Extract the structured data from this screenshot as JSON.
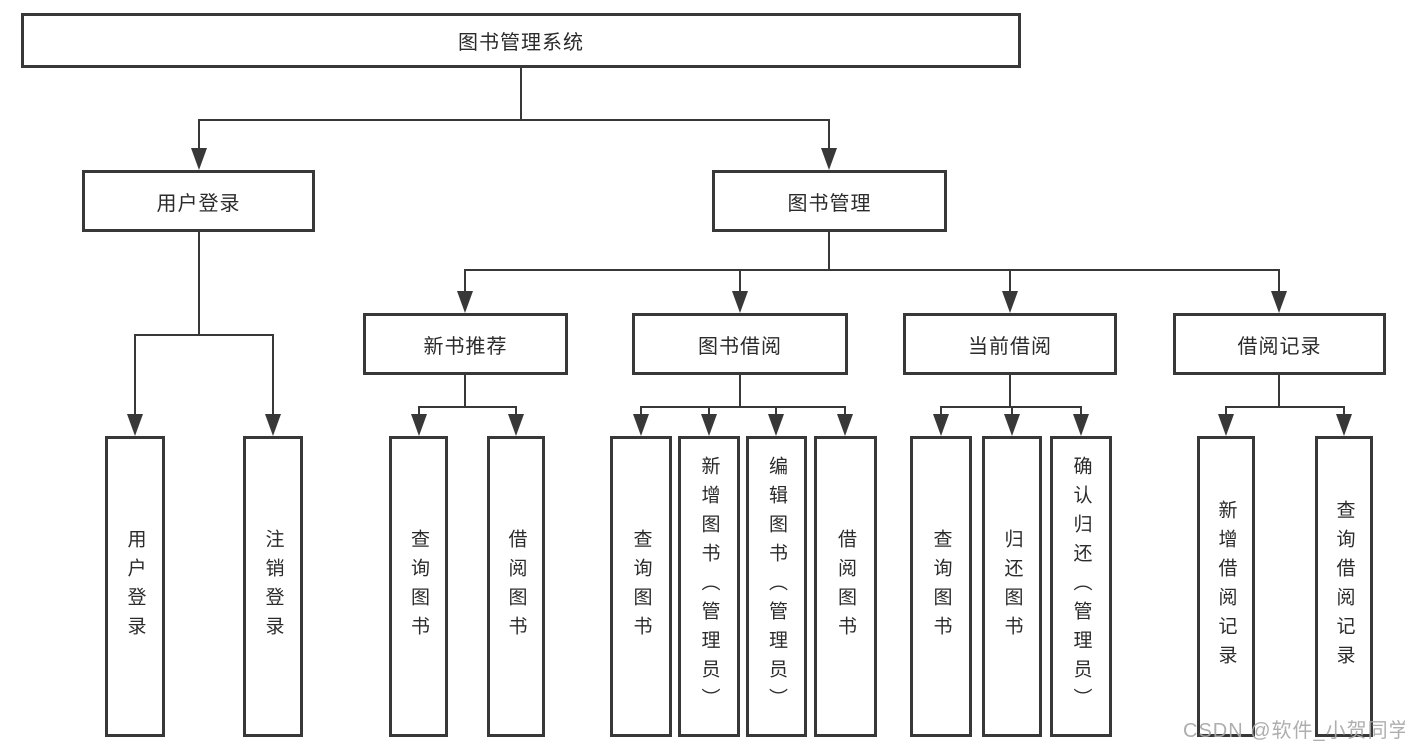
{
  "diagram": {
    "title_node": "图书管理系统",
    "level2": {
      "user_login": "用户登录",
      "book_mgmt": "图书管理"
    },
    "level3": {
      "new_books": "新书推荐",
      "borrow": "图书借阅",
      "current": "当前借阅",
      "records": "借阅记录"
    },
    "leaves": {
      "user_login": "用户登录",
      "logout": "注销登录",
      "nb_query": "查询图书",
      "nb_borrow": "借阅图书",
      "bb_query": "查询图书",
      "bb_add": "新增图书（管理员）",
      "bb_edit": "编辑图书（管理员）",
      "bb_borrow": "借阅图书",
      "cb_query": "查询图书",
      "cb_return": "归还图书",
      "cb_confirm": "确认归还（管理员）",
      "br_add": "新增借阅记录",
      "br_query": "查询借阅记录"
    },
    "colors": {
      "line": "#383838",
      "text": "#2b2b2b",
      "background": "#ffffff",
      "watermark": "#a8a8a8"
    },
    "watermark": "CSDN @软件_小贺同学"
  }
}
